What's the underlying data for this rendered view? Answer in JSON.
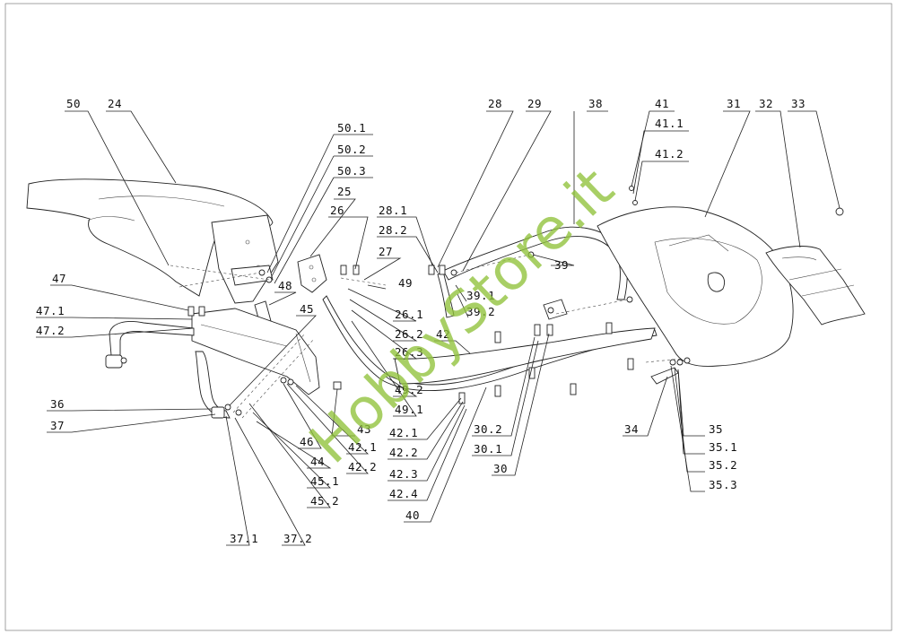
{
  "diagram": {
    "labels": [
      "50",
      "24",
      "50.1",
      "50.2",
      "50.3",
      "25",
      "48",
      "47",
      "47.1",
      "47.2",
      "45",
      "36",
      "37",
      "46",
      "44",
      "45.1",
      "45.2",
      "37.1",
      "37.2",
      "26",
      "28.1",
      "28.2",
      "27",
      "49",
      "26.1",
      "26.2",
      "26.3",
      "42",
      "43",
      "42.1",
      "42.2",
      "49.2",
      "49.1",
      "28",
      "29",
      "38",
      "39",
      "39.1",
      "39.2",
      "42.1",
      "42.2",
      "42.3",
      "42.4",
      "40",
      "30.2",
      "30.1",
      "30",
      "41",
      "41.1",
      "41.2",
      "31",
      "32",
      "33",
      "34",
      "35",
      "35.1",
      "35.2",
      "35.3"
    ],
    "watermark": "HobbyStore.it"
  }
}
